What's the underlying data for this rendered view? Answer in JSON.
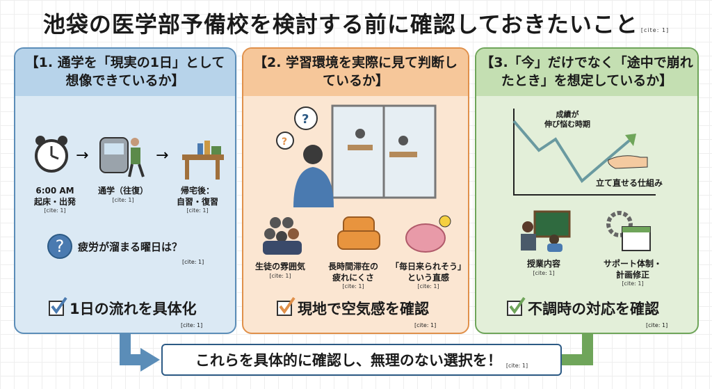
{
  "title": "池袋の医学部予備校を検討する前に確認しておきたいこと",
  "cite": "[cite: 1]",
  "panels": [
    {
      "heading": "【1. 通学を「現実の1日」として想像できているか】",
      "steps": [
        {
          "label": "6:00 AM\n起床・出発",
          "icon": "alarm-clock-icon"
        },
        {
          "label": "通学（往復）",
          "icon": "train-commuter-icon"
        },
        {
          "label": "帰宅後：\n自習・復習",
          "icon": "desk-icon"
        }
      ],
      "question": "疲労が溜まる曜日は？",
      "check": "1日の流れを具体化",
      "color": "#5b8db8"
    },
    {
      "heading": "【2. 学習環境を実際に見て判断しているか】",
      "items": [
        {
          "label": "生徒の雰囲気",
          "icon": "students-icon"
        },
        {
          "label": "長時間滞在の\n疲れにくさ",
          "icon": "armchair-icon"
        },
        {
          "label": "「毎日来られそう」\nという直感",
          "icon": "brain-lightbulb-icon"
        }
      ],
      "check": "現地で空気感を確認",
      "color": "#e0904a"
    },
    {
      "heading": "【3.「今」だけでなく「途中で崩れたとき」を想定しているか】",
      "graph": {
        "dip_label": "成績が\n伸び悩む時期",
        "recover_label": "立て直せる仕組み"
      },
      "items": [
        {
          "label": "授業内容",
          "icon": "teacher-icon"
        },
        {
          "label": "サポート体制・\n計画修正",
          "icon": "gear-calendar-icon"
        }
      ],
      "check": "不調時の対応を確認",
      "color": "#6fa55a"
    }
  ],
  "footer": "これらを具体的に確認し、無理のない選択を！"
}
